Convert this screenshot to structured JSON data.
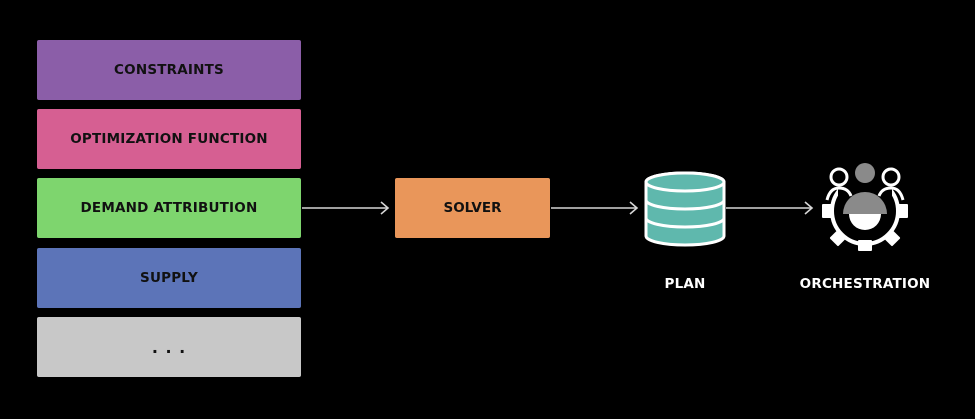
{
  "colors": {
    "background": "#000000",
    "constraints": "#8b5ea8",
    "optimization": "#d65f92",
    "demand": "#7ed56e",
    "supply": "#5c74b8",
    "more": "#c8c8c8",
    "solver": "#e9965a",
    "database_fill": "#5fb8ad",
    "database_stroke": "#ffffff",
    "connector": "#d6d6d6",
    "icon_gray": "#8a8a8a"
  },
  "inputs": {
    "constraints": "CONSTRAINTS",
    "optimization": "OPTIMIZATION FUNCTION",
    "demand": "DEMAND ATTRIBUTION",
    "supply": "SUPPLY",
    "more": ". . ."
  },
  "solver": {
    "label": "SOLVER"
  },
  "plan": {
    "label": "PLAN",
    "icon": "database-icon"
  },
  "orchestration": {
    "label": "ORCHESTRATION",
    "icon": "team-gear-icon"
  }
}
